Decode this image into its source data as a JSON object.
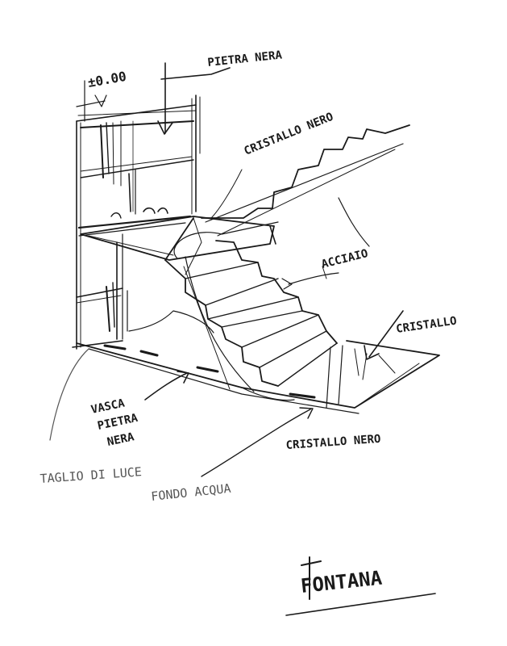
{
  "labels": {
    "level": "±0.00",
    "pietra_nera": "PIETRA NERA",
    "cristallo_nero_top": "CRISTALLO NERO",
    "acciaio": "ACCIAIO",
    "cristallo": "CRISTALLO",
    "vasca": "VASCA",
    "pietra": "PIETRA",
    "nera": "NERA",
    "taglio_luce": "TAGLIO DI LUCE",
    "fondo_acqua": "FONDO ACQUA",
    "cristallo_nero_bottom": "CRISTALLO NERO"
  },
  "signature": "FONTANA"
}
